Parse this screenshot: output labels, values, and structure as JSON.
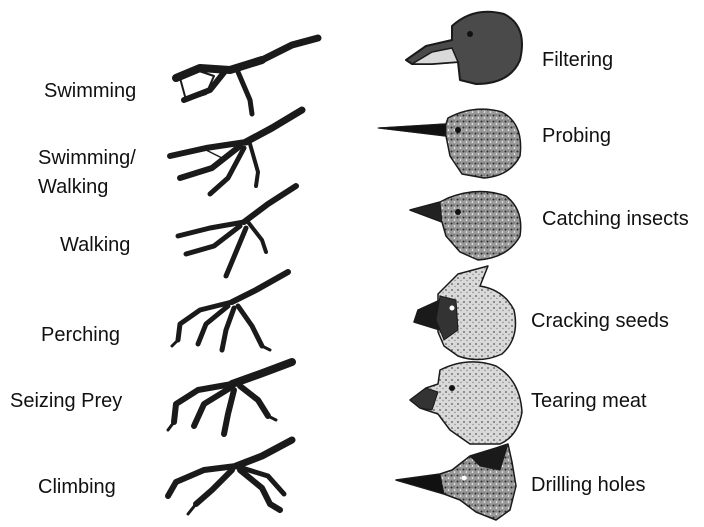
{
  "feet": [
    {
      "label": "Swimming"
    },
    {
      "label": "Swimming/\nWalking"
    },
    {
      "label": "Walking"
    },
    {
      "label": "Perching"
    },
    {
      "label": "Seizing Prey"
    },
    {
      "label": "Climbing"
    }
  ],
  "beaks": [
    {
      "label": "Filtering"
    },
    {
      "label": "Probing"
    },
    {
      "label": "Catching insects"
    },
    {
      "label": "Cracking seeds"
    },
    {
      "label": "Tearing meat"
    },
    {
      "label": "Drilling holes"
    }
  ],
  "colors": {
    "ink": "#1a1a1a",
    "shade": "#6b6b6b",
    "light": "#bdbdbd",
    "background": "#ffffff"
  }
}
